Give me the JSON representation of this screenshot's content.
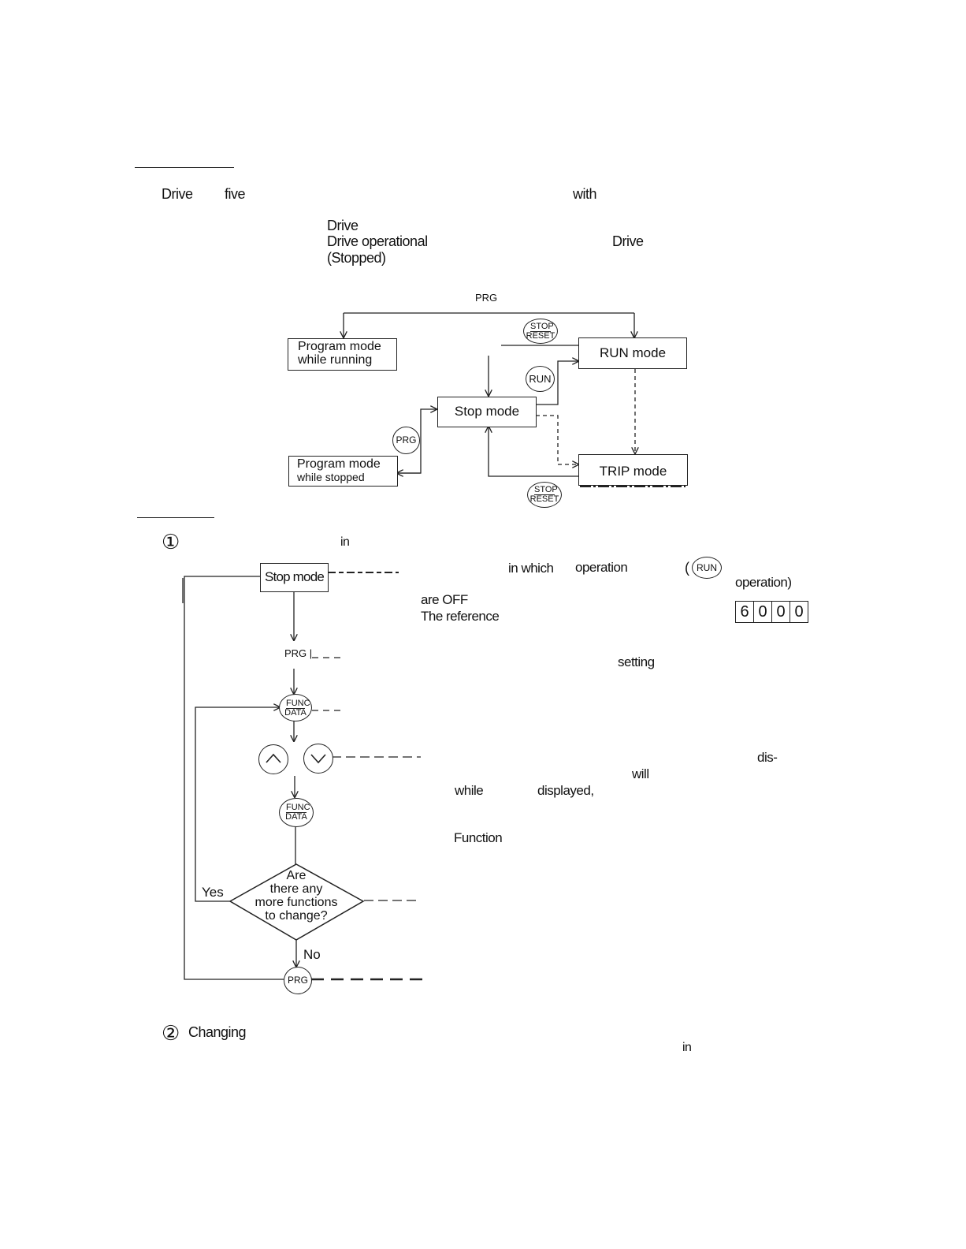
{
  "intro": {
    "line1_a": "Drive",
    "line1_b": "five",
    "line1_c": "with",
    "line2": "Drive",
    "line3_a": "Drive operational",
    "line3_b": "Drive",
    "line4": "(Stopped)"
  },
  "mode_diagram": {
    "prg_top": "PRG",
    "program_running_l1": "Program mode",
    "program_running_l2": "while running",
    "run_mode": "RUN mode",
    "stop_mode": "Stop mode",
    "trip_mode": "TRIP mode",
    "program_stopped_l1": "Program mode",
    "program_stopped_l2": "while stopped",
    "key_stop_top_a": "STOP",
    "key_stop_top_b": "RESET",
    "key_run": "RUN",
    "key_prg": "PRG",
    "key_stop_bottom_a": "STOP",
    "key_stop_bottom_b": "RESET"
  },
  "procedure": {
    "step1_marker": "①",
    "step1_text": "in",
    "stop_mode": "Stop mode",
    "prg_label": "PRG |",
    "func_a": "FUNC",
    "func_b": "DATA",
    "up_icon": "up-arrow-key",
    "down_icon": "down-arrow-key",
    "decision_l1": "Are",
    "decision_l2": "there any",
    "decision_l3": "more functions",
    "decision_l4": "to change?",
    "yes": "Yes",
    "no": "No",
    "prg_key": "PRG",
    "step2_marker": "②",
    "step2_text": "Changing",
    "step2_tail": "in"
  },
  "notes": {
    "n1_a": "in which",
    "n1_b": "operation",
    "n1_key": "RUN",
    "n1_c": "operation)",
    "n2": "are OFF",
    "n3": "The reference",
    "display_digits": [
      "6",
      "0",
      "0",
      "0"
    ],
    "n4": "setting",
    "n5": "dis-",
    "n6": "will",
    "n7_a": "while",
    "n7_b": "displayed,",
    "n8": "Function"
  }
}
